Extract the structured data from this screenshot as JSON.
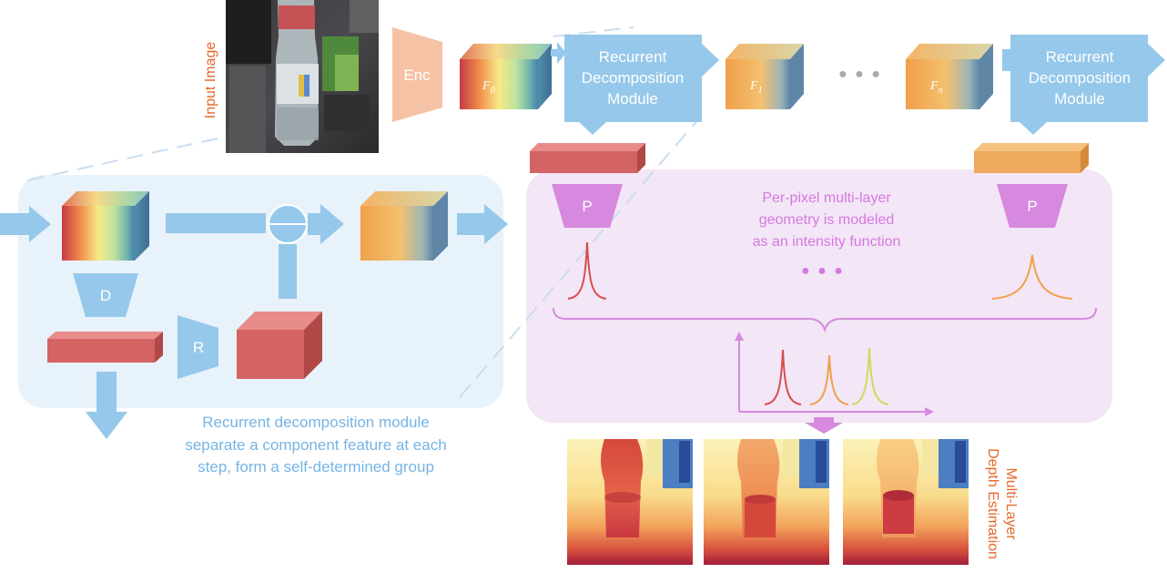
{
  "input_image_label": "Input Image",
  "encoder_label": "Enc",
  "rdm_label": [
    "Recurrent",
    "Decomposition",
    "Module"
  ],
  "features": [
    {
      "letter": "F",
      "sub": "0"
    },
    {
      "letter": "F",
      "sub": "1"
    },
    {
      "letter": "F",
      "sub": "n"
    }
  ],
  "ellipsis": "● ● ●",
  "module_blocks": {
    "decoder": "D",
    "reconstructor": "R",
    "predictor": "P"
  },
  "rdm_caption": [
    "Recurrent decomposition module",
    "separate a component feature at each",
    "step, form a self-determined group"
  ],
  "intensity_caption": [
    "Per-pixel multi-layer",
    "geometry is modeled",
    "as an intensity function"
  ],
  "output_label": [
    "Multi-Layer",
    "Depth Estimation"
  ],
  "colors": {
    "arrow_blue": "#95c8ea",
    "panel_blue": "#e8f2fa",
    "panel_violet": "#f3e6f6",
    "predictor_violet": "#d788df",
    "red_block": "#d46363",
    "orange_block": "#eeaa5c",
    "label_orange": "#e46a2a"
  }
}
